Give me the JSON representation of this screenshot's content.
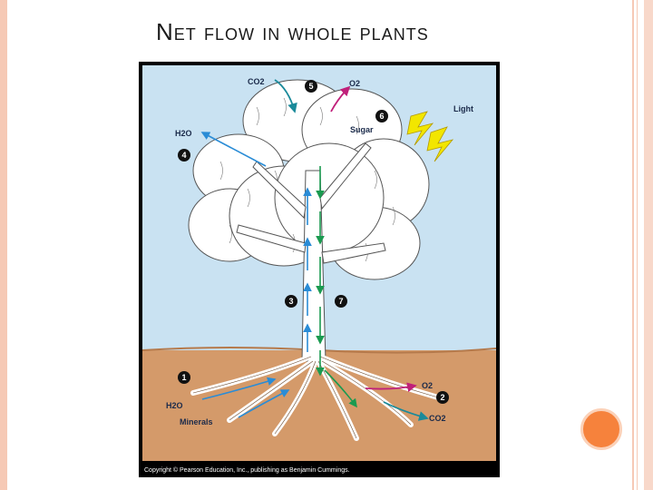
{
  "title": "Net flow in whole plants",
  "diagram": {
    "labels": {
      "co2_top": "CO2",
      "o2_top": "O2",
      "light": "Light",
      "sugar": "Sugar",
      "h2o_top": "H2O",
      "o2_bottom": "O2",
      "co2_bottom": "CO2",
      "h2o_bottom": "H2O",
      "minerals": "Minerals"
    },
    "steps": [
      "1",
      "2",
      "3",
      "4",
      "5",
      "6",
      "7"
    ],
    "copyright": "Copyright © Pearson Education, Inc., publishing as Benjamin Cummings."
  },
  "colors": {
    "sky": "#c9e2f2",
    "soil": "#d49a6a",
    "trunk": "#ffffff",
    "water_arrow": "#2a8cd6",
    "sugar_arrow": "#1a9a50",
    "oxygen_arrow": "#c0207a",
    "co2_arrow": "#1a8a9a",
    "light_bolt": "#f2e600",
    "accent_circle": "#f6823c"
  }
}
